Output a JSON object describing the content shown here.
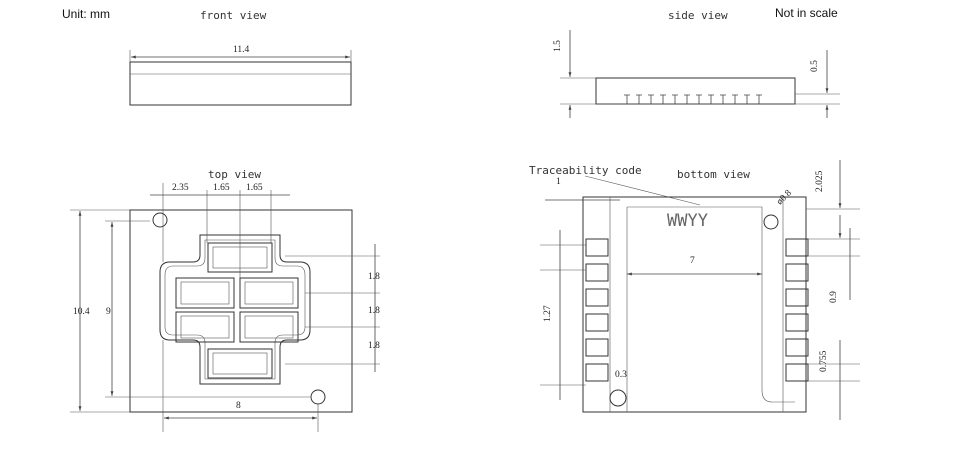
{
  "header": {
    "unit": "Unit: mm",
    "scale_note": "Not in scale"
  },
  "views": {
    "front": "front view",
    "side": "side view",
    "top": "top view",
    "bottom": "bottom view"
  },
  "labels": {
    "traceability": "Traceability code",
    "marking": "WWYY"
  },
  "dims": {
    "front_length": "11.4",
    "side_height": "1.5",
    "side_pad": "0.5",
    "top_pitch_a": "2.35",
    "top_pitch_b": "1.65",
    "top_pitch_c": "1.65",
    "top_row_1": "1.8",
    "top_row_2": "1.8",
    "top_row_3": "1.8",
    "top_width": "10.4",
    "top_inner": "9",
    "top_span": "8",
    "bottom_edge": "1",
    "bottom_hole": "ø0.8",
    "bottom_offset": "2.025",
    "bottom_width": "7",
    "bottom_pitch": "1.27",
    "bottom_pad": "0.9",
    "bottom_gap": "0.755",
    "bottom_corner": "0.3"
  }
}
